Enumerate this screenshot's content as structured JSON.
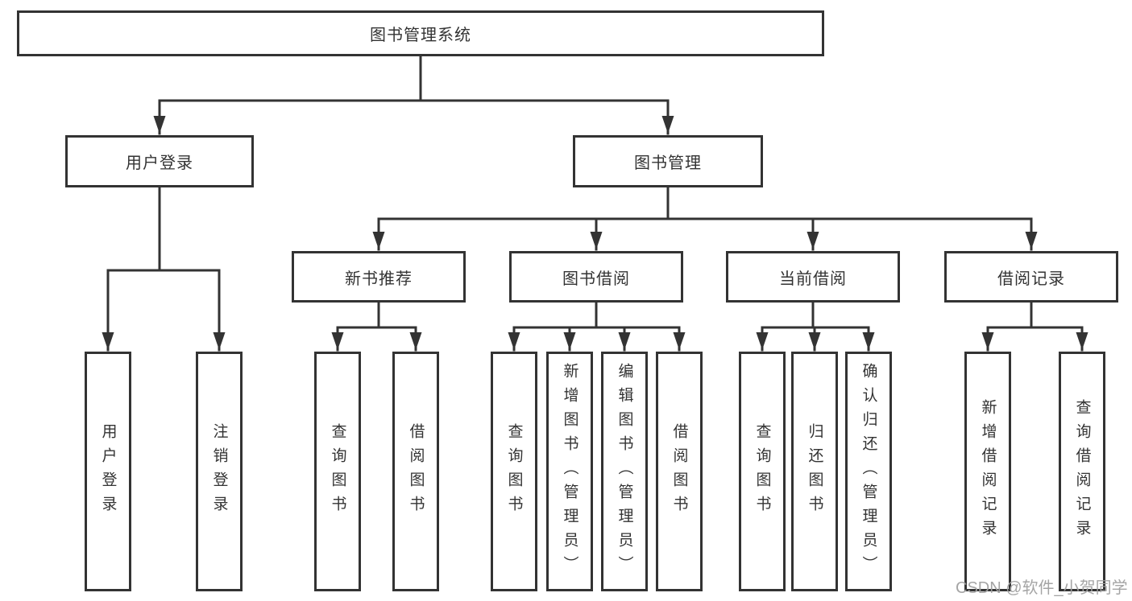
{
  "diagram": {
    "title": "图书管理系统",
    "level2": [
      {
        "label": "用户登录"
      },
      {
        "label": "图书管理"
      }
    ],
    "level3": [
      {
        "label": "新书推荐"
      },
      {
        "label": "图书借阅"
      },
      {
        "label": "当前借阅"
      },
      {
        "label": "借阅记录"
      }
    ],
    "leaf_groups": [
      {
        "parent": "用户登录",
        "items": [
          {
            "label": "用户登录"
          },
          {
            "label": "注销登录"
          }
        ]
      },
      {
        "parent": "新书推荐",
        "items": [
          {
            "label": "查询图书"
          },
          {
            "label": "借阅图书"
          }
        ]
      },
      {
        "parent": "图书借阅",
        "items": [
          {
            "label": "查询图书"
          },
          {
            "label": "新增图书（管理员）"
          },
          {
            "label": "编辑图书（管理员）"
          },
          {
            "label": "借阅图书"
          }
        ]
      },
      {
        "parent": "当前借阅",
        "items": [
          {
            "label": "查询图书"
          },
          {
            "label": "归还图书"
          },
          {
            "label": "确认归还（管理员）"
          }
        ]
      },
      {
        "parent": "借阅记录",
        "items": [
          {
            "label": "新增借阅记录"
          },
          {
            "label": "查询借阅记录"
          }
        ]
      }
    ]
  },
  "watermark": {
    "text": "CSDN @软件_小贺同学"
  },
  "colors": {
    "line": "#333333",
    "text": "#333333",
    "watermark": "#a0a0a0",
    "background": "#ffffff"
  }
}
